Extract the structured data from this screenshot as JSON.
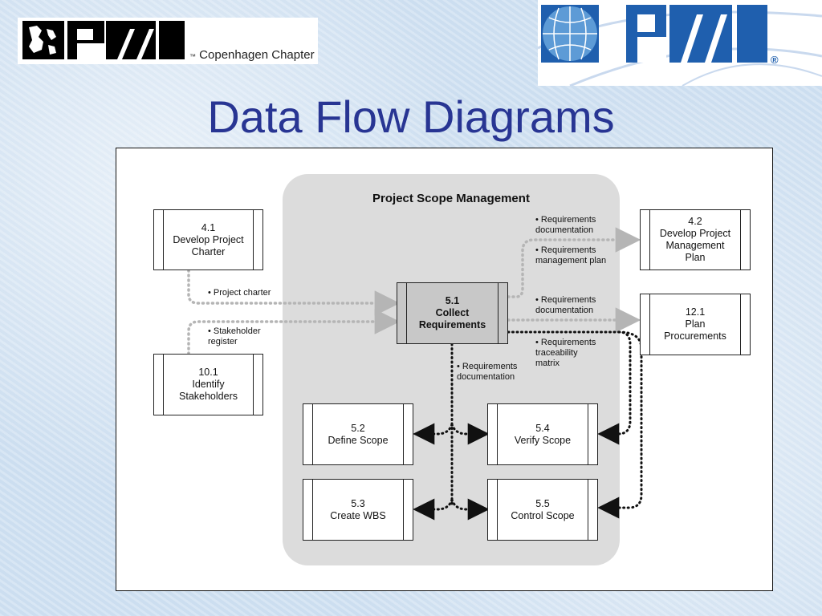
{
  "logos": {
    "left_chapter": "Copenhagen Chapter",
    "left_tm": "™",
    "right_reg": "®"
  },
  "title": "Data Flow Diagrams",
  "diagram": {
    "group_title": "Project Scope Management",
    "processes": {
      "p41": "4.1\nDevelop Project\nCharter",
      "p101": "10.1\nIdentify\nStakeholders",
      "p51": "5.1\nCollect\nRequirements",
      "p42": "4.2\nDevelop Project\nManagement\nPlan",
      "p121": "12.1\nPlan\nProcurements",
      "p52": "5.2\nDefine  Scope",
      "p53": "5.3\nCreate WBS",
      "p54": "5.4\nVerify Scope",
      "p55": "5.5\nControl Scope"
    },
    "flows": {
      "project_charter": "• Project charter",
      "stakeholder_register": "• Stakeholder\n   register",
      "req_doc_top": "• Requirements\n   documentation",
      "req_mgmt_plan": "• Requirements\n   management plan",
      "req_doc_mid": "• Requirements\n   documentation",
      "req_traceability": "• Requirements\n   traceability\n   matrix",
      "req_doc_down": "• Requirements\n   documentation"
    }
  }
}
